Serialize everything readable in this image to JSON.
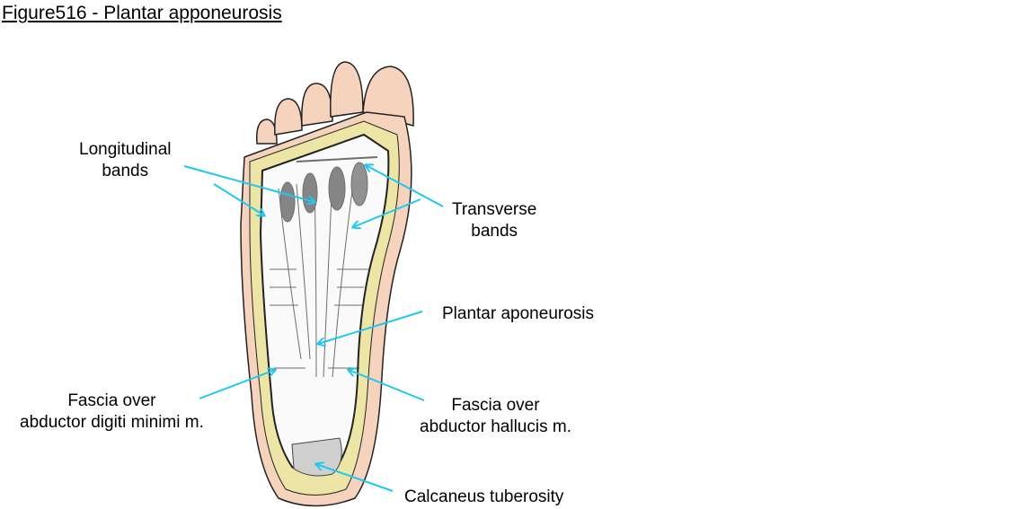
{
  "title": "Figure516 - Plantar apponeurosis",
  "arrow_color": "#1ec8f0",
  "labels": {
    "longitudinal": [
      "Longitudinal",
      "bands"
    ],
    "transverse": [
      "Transverse",
      "bands"
    ],
    "plantar": "Plantar aponeurosis",
    "fascia_adm": [
      "Fascia over",
      "abductor digiti minimi m."
    ],
    "fascia_ah": [
      "Fascia over",
      "abductor hallucis m."
    ],
    "calcaneus": "Calcaneus tuberosity"
  }
}
